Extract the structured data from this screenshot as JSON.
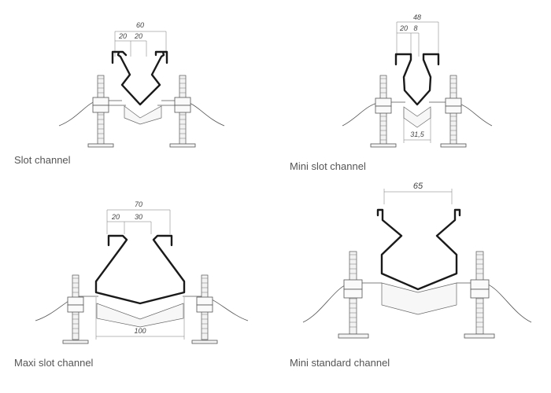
{
  "panels": [
    {
      "caption": "Slot channel",
      "dims": {
        "overall": "60",
        "left": "20",
        "mid": "20"
      }
    },
    {
      "caption": "Mini slot channel",
      "dims": {
        "overall": "48",
        "left": "20",
        "mid": "8",
        "bottom": "31,5"
      }
    },
    {
      "caption": "Maxi slot channel",
      "dims": {
        "overall": "70",
        "left": "20",
        "mid": "30",
        "bottom": "100"
      }
    },
    {
      "caption": "Mini standard channel",
      "dims": {
        "overall": "65"
      }
    }
  ]
}
